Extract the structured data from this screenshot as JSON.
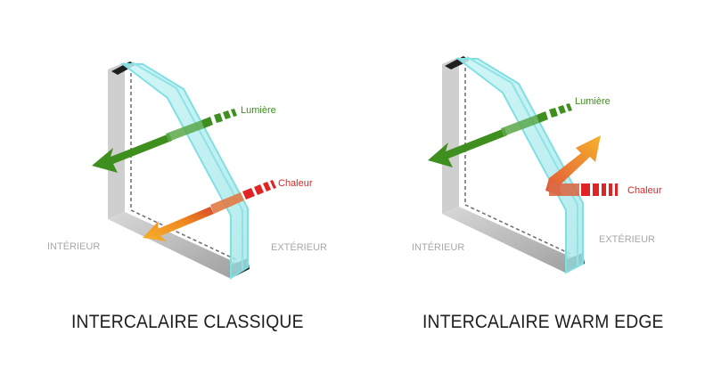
{
  "diagrams": [
    {
      "caption": "INTERCALAIRE CLASSIQUE",
      "label_light": "Lumière",
      "label_heat": "Chaleur",
      "label_inside": "INTÉRIEUR",
      "label_outside": "EXTÉRIEUR"
    },
    {
      "caption": "INTERCALAIRE WARM EDGE",
      "label_light": "Lumière",
      "label_heat": "Chaleur",
      "label_inside": "INTÉRIEUR",
      "label_outside": "EXTÉRIEUR"
    }
  ],
  "colors": {
    "light_arrow": "#3f8f1f",
    "heat_arrow_hot": "#e02424",
    "heat_arrow_warm": "#f5a623",
    "glass": "#b9eef0",
    "glass_edge": "#7fdfe3",
    "frame": "#bdbdbd",
    "label_gray": "#a8a8a8"
  }
}
